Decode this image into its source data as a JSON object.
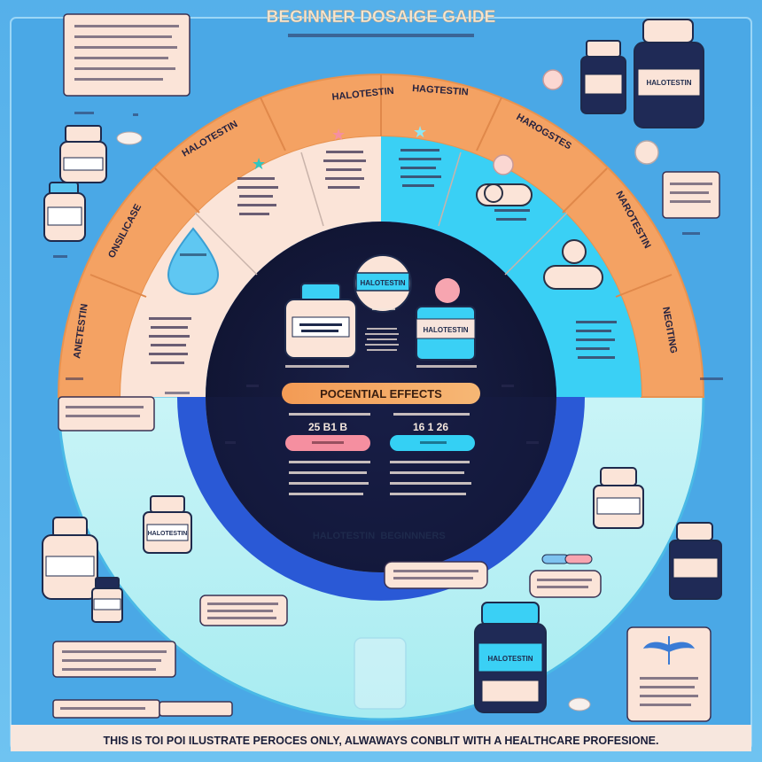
{
  "page": {
    "title": "BEGINNER DOSAIGE GAIDE",
    "disclaimer": "THIS IS TOI POI ILUSTRATE PEROCES ONLY, ALWAWAYS CONBLIT WITH A HEALTHCARE PROFESIONE."
  },
  "ring": {
    "segments": [
      "HALOTESTIN",
      "HAGTESTIN",
      "HAROGSTES",
      "NAROTESTIN",
      "NEGITING",
      "ANETESTIN",
      "ONSILICASE",
      "HALOTESTIN"
    ]
  },
  "center": {
    "jar_label": "HALOTESTIN",
    "effects_title": "POCENTIAL EFFECTS",
    "left_value": "25 B1 B",
    "right_value": "16 1 26"
  },
  "bottom": {
    "left_label": "HALOTESTIN",
    "right_label": "BEGINNNERS"
  },
  "bottles": {
    "top_right": "HALOTESTIN",
    "center_left": "HALOTESTIN",
    "bottom_center": "HALOTESTIN"
  },
  "colors": {
    "background": "#5fb8ec",
    "ring_orange": "#f4a263",
    "center_dark": "#14193a",
    "accent_blue": "#2f6ff0",
    "cyan": "#34d0f4",
    "pink": "#f58fa0",
    "cream": "#fbe4d8",
    "light_cyan": "#c9f5f6"
  },
  "icons": {
    "star_left": "teal-star-icon",
    "star_mid": "pink-star-icon",
    "star_right": "cyan-star-icon",
    "caduceus": "caduceus-icon"
  }
}
